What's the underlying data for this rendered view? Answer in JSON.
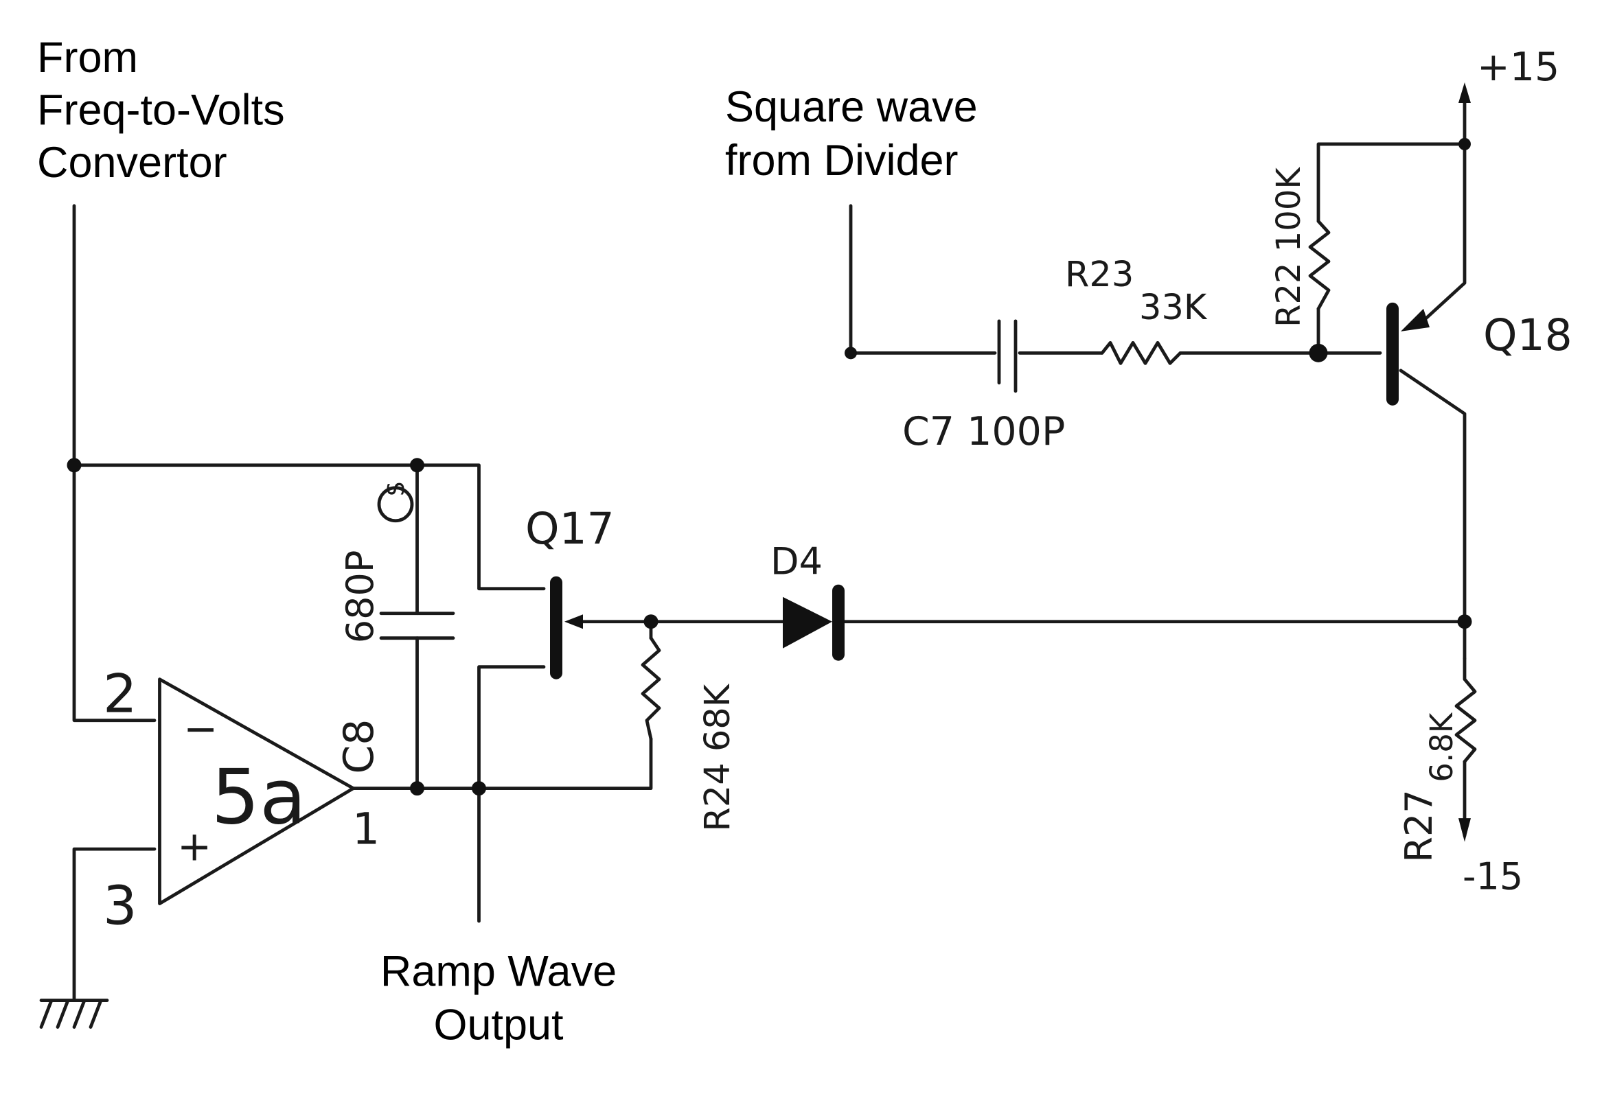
{
  "diagram": {
    "type": "schematic",
    "title": "Ramp wave generator circuit",
    "io_labels": {
      "input_fv": [
        "From",
        "Freq-to-Volts",
        "Convertor"
      ],
      "input_sq": [
        "Square wave",
        "from Divider"
      ],
      "output": [
        "Ramp Wave",
        "Output"
      ]
    },
    "supplies": {
      "positive": "+15",
      "negative": "-15"
    },
    "opamp": {
      "name": "5a",
      "pin_inv": "2",
      "pin_noninv": "3",
      "pin_out": "1",
      "minus": "−",
      "plus": "+"
    },
    "components": {
      "C8": {
        "ref": "C8",
        "value": "680P",
        "note": "S"
      },
      "Q17": {
        "ref": "Q17"
      },
      "R24": {
        "ref": "R24",
        "value": "68K",
        "label": "R24 68K"
      },
      "D4": {
        "ref": "D4"
      },
      "C7": {
        "ref": "C7",
        "value": "100P",
        "label": "C7 100P"
      },
      "R23": {
        "ref": "R23",
        "value": "33K"
      },
      "R22": {
        "ref": "R22",
        "value": "100K",
        "label": "R22 100K"
      },
      "Q18": {
        "ref": "Q18"
      },
      "R27": {
        "ref": "R27",
        "value": "6.8K"
      }
    }
  }
}
